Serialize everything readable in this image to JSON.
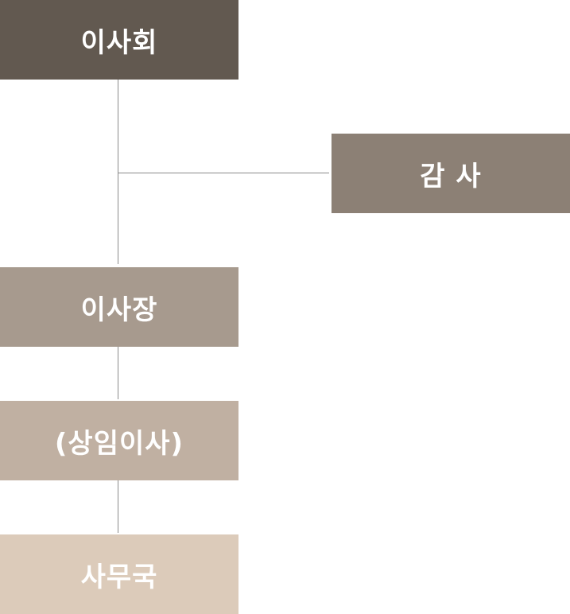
{
  "org_chart": {
    "board": "이사회",
    "auditor": "감 사",
    "chairman": "이사장",
    "executive_director": "(상임이사)",
    "secretariat": "사무국"
  },
  "colors": {
    "board": "#625950",
    "auditor": "#8c8075",
    "chairman": "#a79a8e",
    "executive_director": "#c0b0a2",
    "secretariat": "#dccbba",
    "connector": "#8a8a8a",
    "text": "#ffffff"
  }
}
